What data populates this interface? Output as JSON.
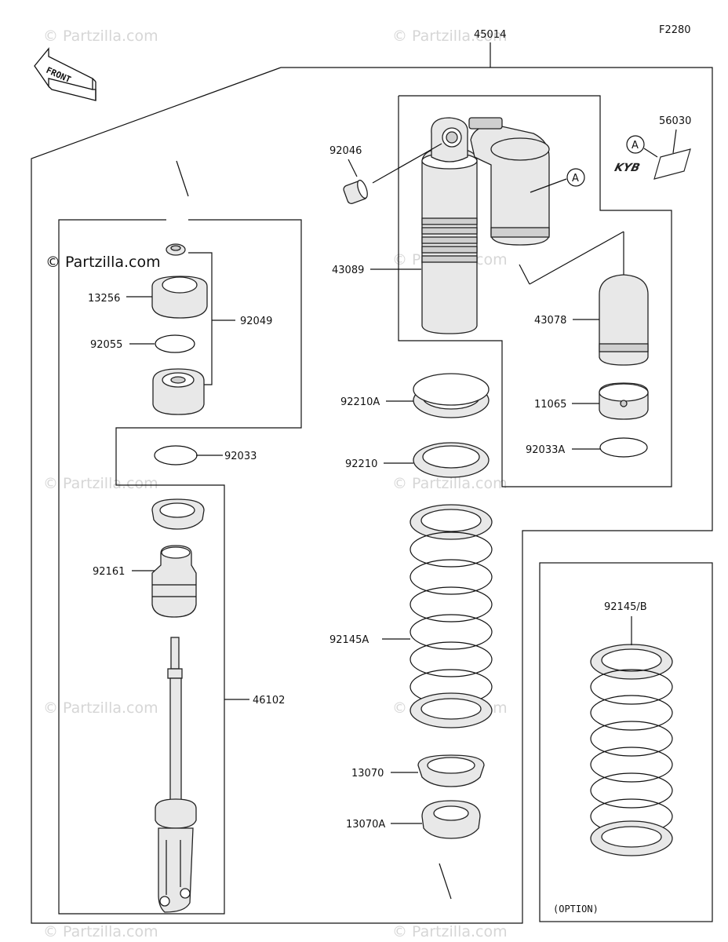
{
  "figure_code": "F2280",
  "assembly_number": "45014",
  "front_label": "FRONT",
  "option_label": "(OPTION)",
  "callout_marker": "A",
  "copyright_label": "© Partzilla.com",
  "watermark_text": "© Partzilla.com",
  "parts": {
    "p92046": "92046",
    "p43089": "43089",
    "p43078": "43078",
    "p56030": "56030",
    "p11065": "11065",
    "p92033A": "92033A",
    "p92210A": "92210A",
    "p92210": "92210",
    "p13256": "13256",
    "p92049": "92049",
    "p92055": "92055",
    "p92033": "92033",
    "p92161": "92161",
    "p46102": "46102",
    "p92145A": "92145A",
    "p13070": "13070",
    "p13070A": "13070A",
    "p92145B": "92145/B"
  },
  "logo_text": "KYB"
}
